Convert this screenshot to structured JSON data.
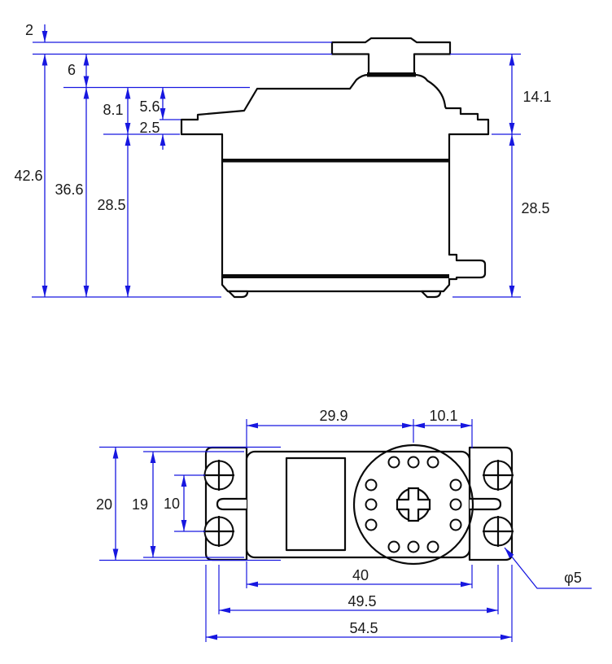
{
  "drawing": {
    "kind": "servo-motor-dimension-drawing",
    "colors": {
      "outline": "#0a0a0a",
      "dimension": "#1717e0",
      "background": "#ffffff",
      "text": "#1a1a1a"
    },
    "side_view": {
      "labels": {
        "t2": "2",
        "t6": "6",
        "t8_1": "8.1",
        "t5_6": "5.6",
        "t2_5": "2.5",
        "t42_6": "42.6",
        "t36_6": "36.6",
        "t28_5_left": "28.5",
        "t14_1": "14.1",
        "t28_5_right": "28.5"
      }
    },
    "top_view": {
      "labels": {
        "t29_9": "29.9",
        "t10_1": "10.1",
        "t20": "20",
        "t19": "19",
        "t10": "10",
        "t40": "40",
        "t49_5": "49.5",
        "t54_5": "54.5",
        "t_dia5": "φ5"
      }
    }
  }
}
